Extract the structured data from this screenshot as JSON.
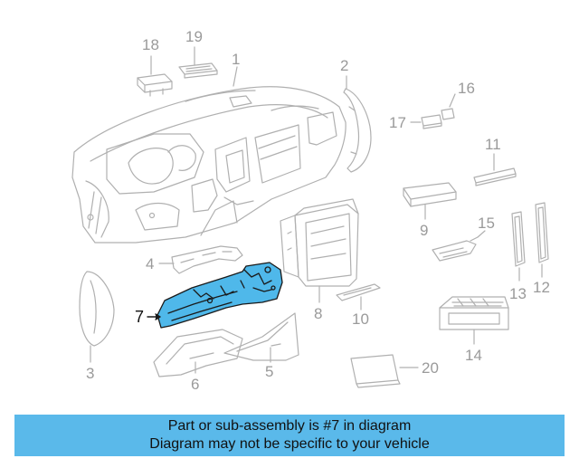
{
  "diagram": {
    "highlight_color": "#4fb8ea",
    "line_color": "#b0b0b0",
    "callouts": [
      {
        "id": "1",
        "label": "1"
      },
      {
        "id": "2",
        "label": "2"
      },
      {
        "id": "3",
        "label": "3"
      },
      {
        "id": "4",
        "label": "4"
      },
      {
        "id": "5",
        "label": "5"
      },
      {
        "id": "6",
        "label": "6"
      },
      {
        "id": "7",
        "label": "7"
      },
      {
        "id": "8",
        "label": "8"
      },
      {
        "id": "9",
        "label": "9"
      },
      {
        "id": "10",
        "label": "10"
      },
      {
        "id": "11",
        "label": "11"
      },
      {
        "id": "12",
        "label": "12"
      },
      {
        "id": "13",
        "label": "13"
      },
      {
        "id": "14",
        "label": "14"
      },
      {
        "id": "15",
        "label": "15"
      },
      {
        "id": "16",
        "label": "16"
      },
      {
        "id": "17",
        "label": "17"
      },
      {
        "id": "18",
        "label": "18"
      },
      {
        "id": "19",
        "label": "19"
      },
      {
        "id": "20",
        "label": "20"
      }
    ],
    "highlighted_part": "7"
  },
  "banner": {
    "line1": "Part or sub-assembly is #7 in diagram",
    "line2": "Diagram may not be specific to your vehicle",
    "bg_color": "#5ab9ea"
  }
}
